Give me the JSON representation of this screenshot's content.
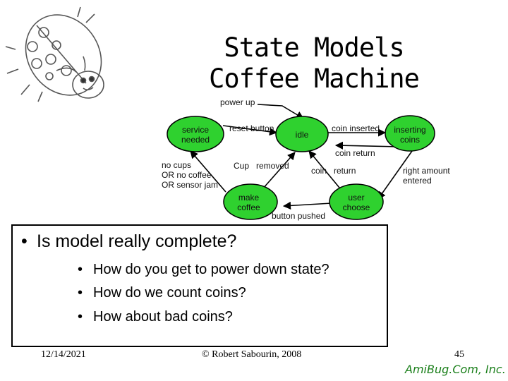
{
  "slide": {
    "title_line1": "State Models",
    "title_line2": "Coffee Machine"
  },
  "diagram": {
    "states": {
      "service_needed": [
        "service",
        "needed"
      ],
      "idle": "idle",
      "inserting_coins": [
        "inserting",
        "coins"
      ],
      "make_coffee": [
        "make",
        "coffee"
      ],
      "user_choose": [
        "user",
        "choose"
      ]
    },
    "transitions": {
      "power_up": "power up",
      "reset_button": "reset button",
      "coin_inserted": "coin inserted",
      "coin_return_top": "coin return",
      "coin_return_mid": "coin   return",
      "cup_removed": "Cup   removed",
      "right_amount": [
        "right amount",
        "entered"
      ],
      "no_cups": [
        "no cups",
        "OR no coffee",
        "OR sensor jam"
      ],
      "button_pushed": "button pushed"
    }
  },
  "bullets": {
    "main": "Is model really complete?",
    "sub": [
      "How do you get to power down state?",
      "How do we count coins?",
      "How about bad coins?"
    ]
  },
  "footer": {
    "date": "12/14/2021",
    "copyright": "© Robert Sabourin, 2008",
    "page": "45",
    "brand": "AmiBug.Com, Inc."
  },
  "colors": {
    "state_fill": "#2fd12f",
    "brand": "#1a7f1a"
  }
}
